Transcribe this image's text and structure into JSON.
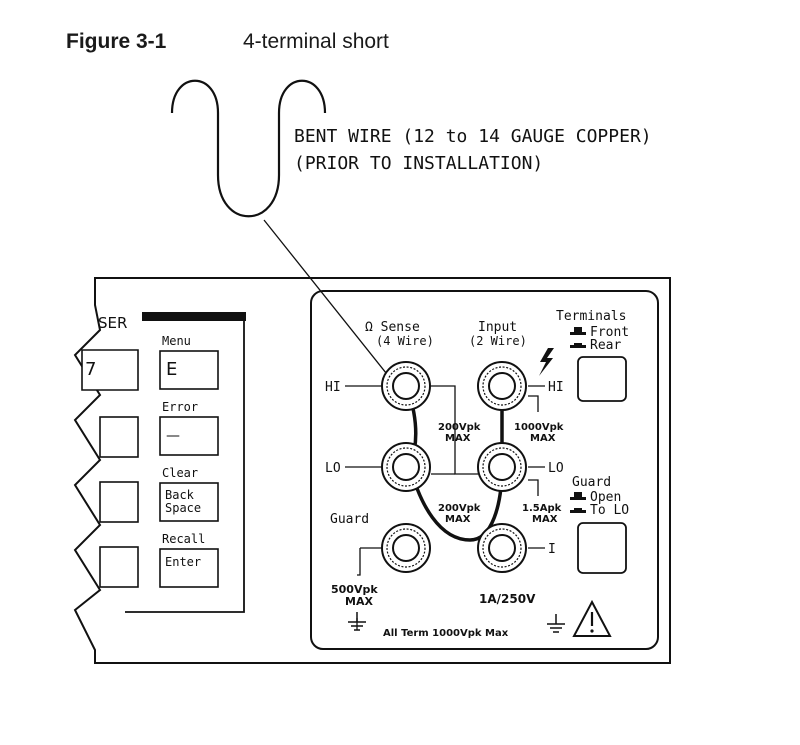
{
  "figure": {
    "number": "Figure 3-1",
    "title": "4-terminal short"
  },
  "callout": {
    "line1": "BENT WIRE (12 to 14 GAUGE COPPER)",
    "line2": "(PRIOR TO INSTALLATION)"
  },
  "keys": {
    "ser": "SER",
    "seven": "7",
    "menu_label": "Menu",
    "menu_key": "E",
    "error_label": "Error",
    "error_key": "—",
    "clear_label": "Clear",
    "back_line1": "Back",
    "back_line2": "Space",
    "recall_label": "Recall",
    "enter_key": "Enter"
  },
  "panel": {
    "sense_line1": "Ω Sense",
    "sense_line2": "(4 Wire)",
    "input_line1": "Input",
    "input_line2": "(2 Wire)",
    "terminals_title": "Terminals",
    "terminals_front": "Front",
    "terminals_rear": "Rear",
    "hi_left": "HI",
    "hi_right": "HI",
    "lo_left": "LO",
    "lo_right": "LO",
    "i_right": "I",
    "guard_left": "Guard",
    "guard_title": "Guard",
    "guard_open": "Open",
    "guard_to_lo": "To LO",
    "r200_top_val": "200Vpk",
    "r200_top_max": "MAX",
    "r1000_val": "1000Vpk",
    "r1000_max": "MAX",
    "r200_bot_val": "200Vpk",
    "r200_bot_max": "MAX",
    "r15_val": "1.5Apk",
    "r15_max": "MAX",
    "r500_val": "500Vpk",
    "r500_max": "MAX",
    "amp": "1A/250V",
    "all_term": "All Term 1000Vpk Max"
  }
}
